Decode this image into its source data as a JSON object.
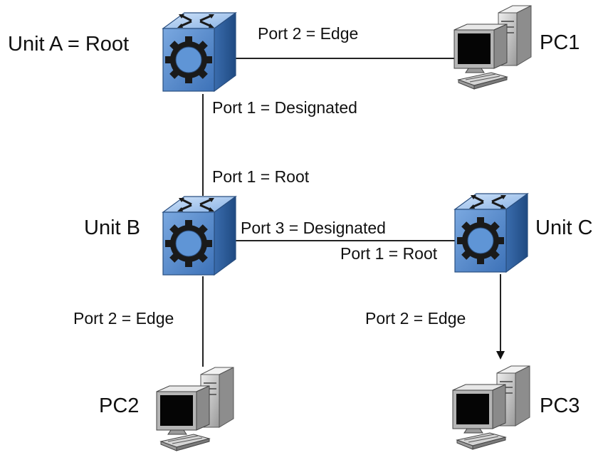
{
  "nodes": {
    "unit_a": {
      "label": "Unit A = Root",
      "icon": "switch-icon"
    },
    "unit_b": {
      "label": "Unit B",
      "icon": "switch-icon"
    },
    "unit_c": {
      "label": "Unit C",
      "icon": "switch-icon"
    },
    "pc1": {
      "label": "PC1",
      "icon": "computer-icon"
    },
    "pc2": {
      "label": "PC2",
      "icon": "computer-icon"
    },
    "pc3": {
      "label": "PC3",
      "icon": "computer-icon"
    }
  },
  "links": [
    {
      "from": "Unit A",
      "to": "PC1",
      "port_label": "Port 2 = Edge"
    },
    {
      "from": "Unit A",
      "to": "Unit B",
      "port_labels": [
        "Port 1 = Designated",
        "Port 1 = Root"
      ]
    },
    {
      "from": "Unit B",
      "to": "Unit C",
      "port_labels": [
        "Port 3 = Designated",
        "Port 1 = Root"
      ]
    },
    {
      "from": "Unit B",
      "to": "PC2",
      "port_label": "Port 2 = Edge"
    },
    {
      "from": "Unit C",
      "to": "PC3",
      "port_label": "Port 2 = Edge"
    }
  ],
  "colors": {
    "switch_face": "#5b8fd0",
    "switch_top": "#9fc3ee",
    "switch_side": "#2e5f9e",
    "line": "#222222",
    "pc_body": "#c9c9c9",
    "pc_screen": "#050505"
  }
}
